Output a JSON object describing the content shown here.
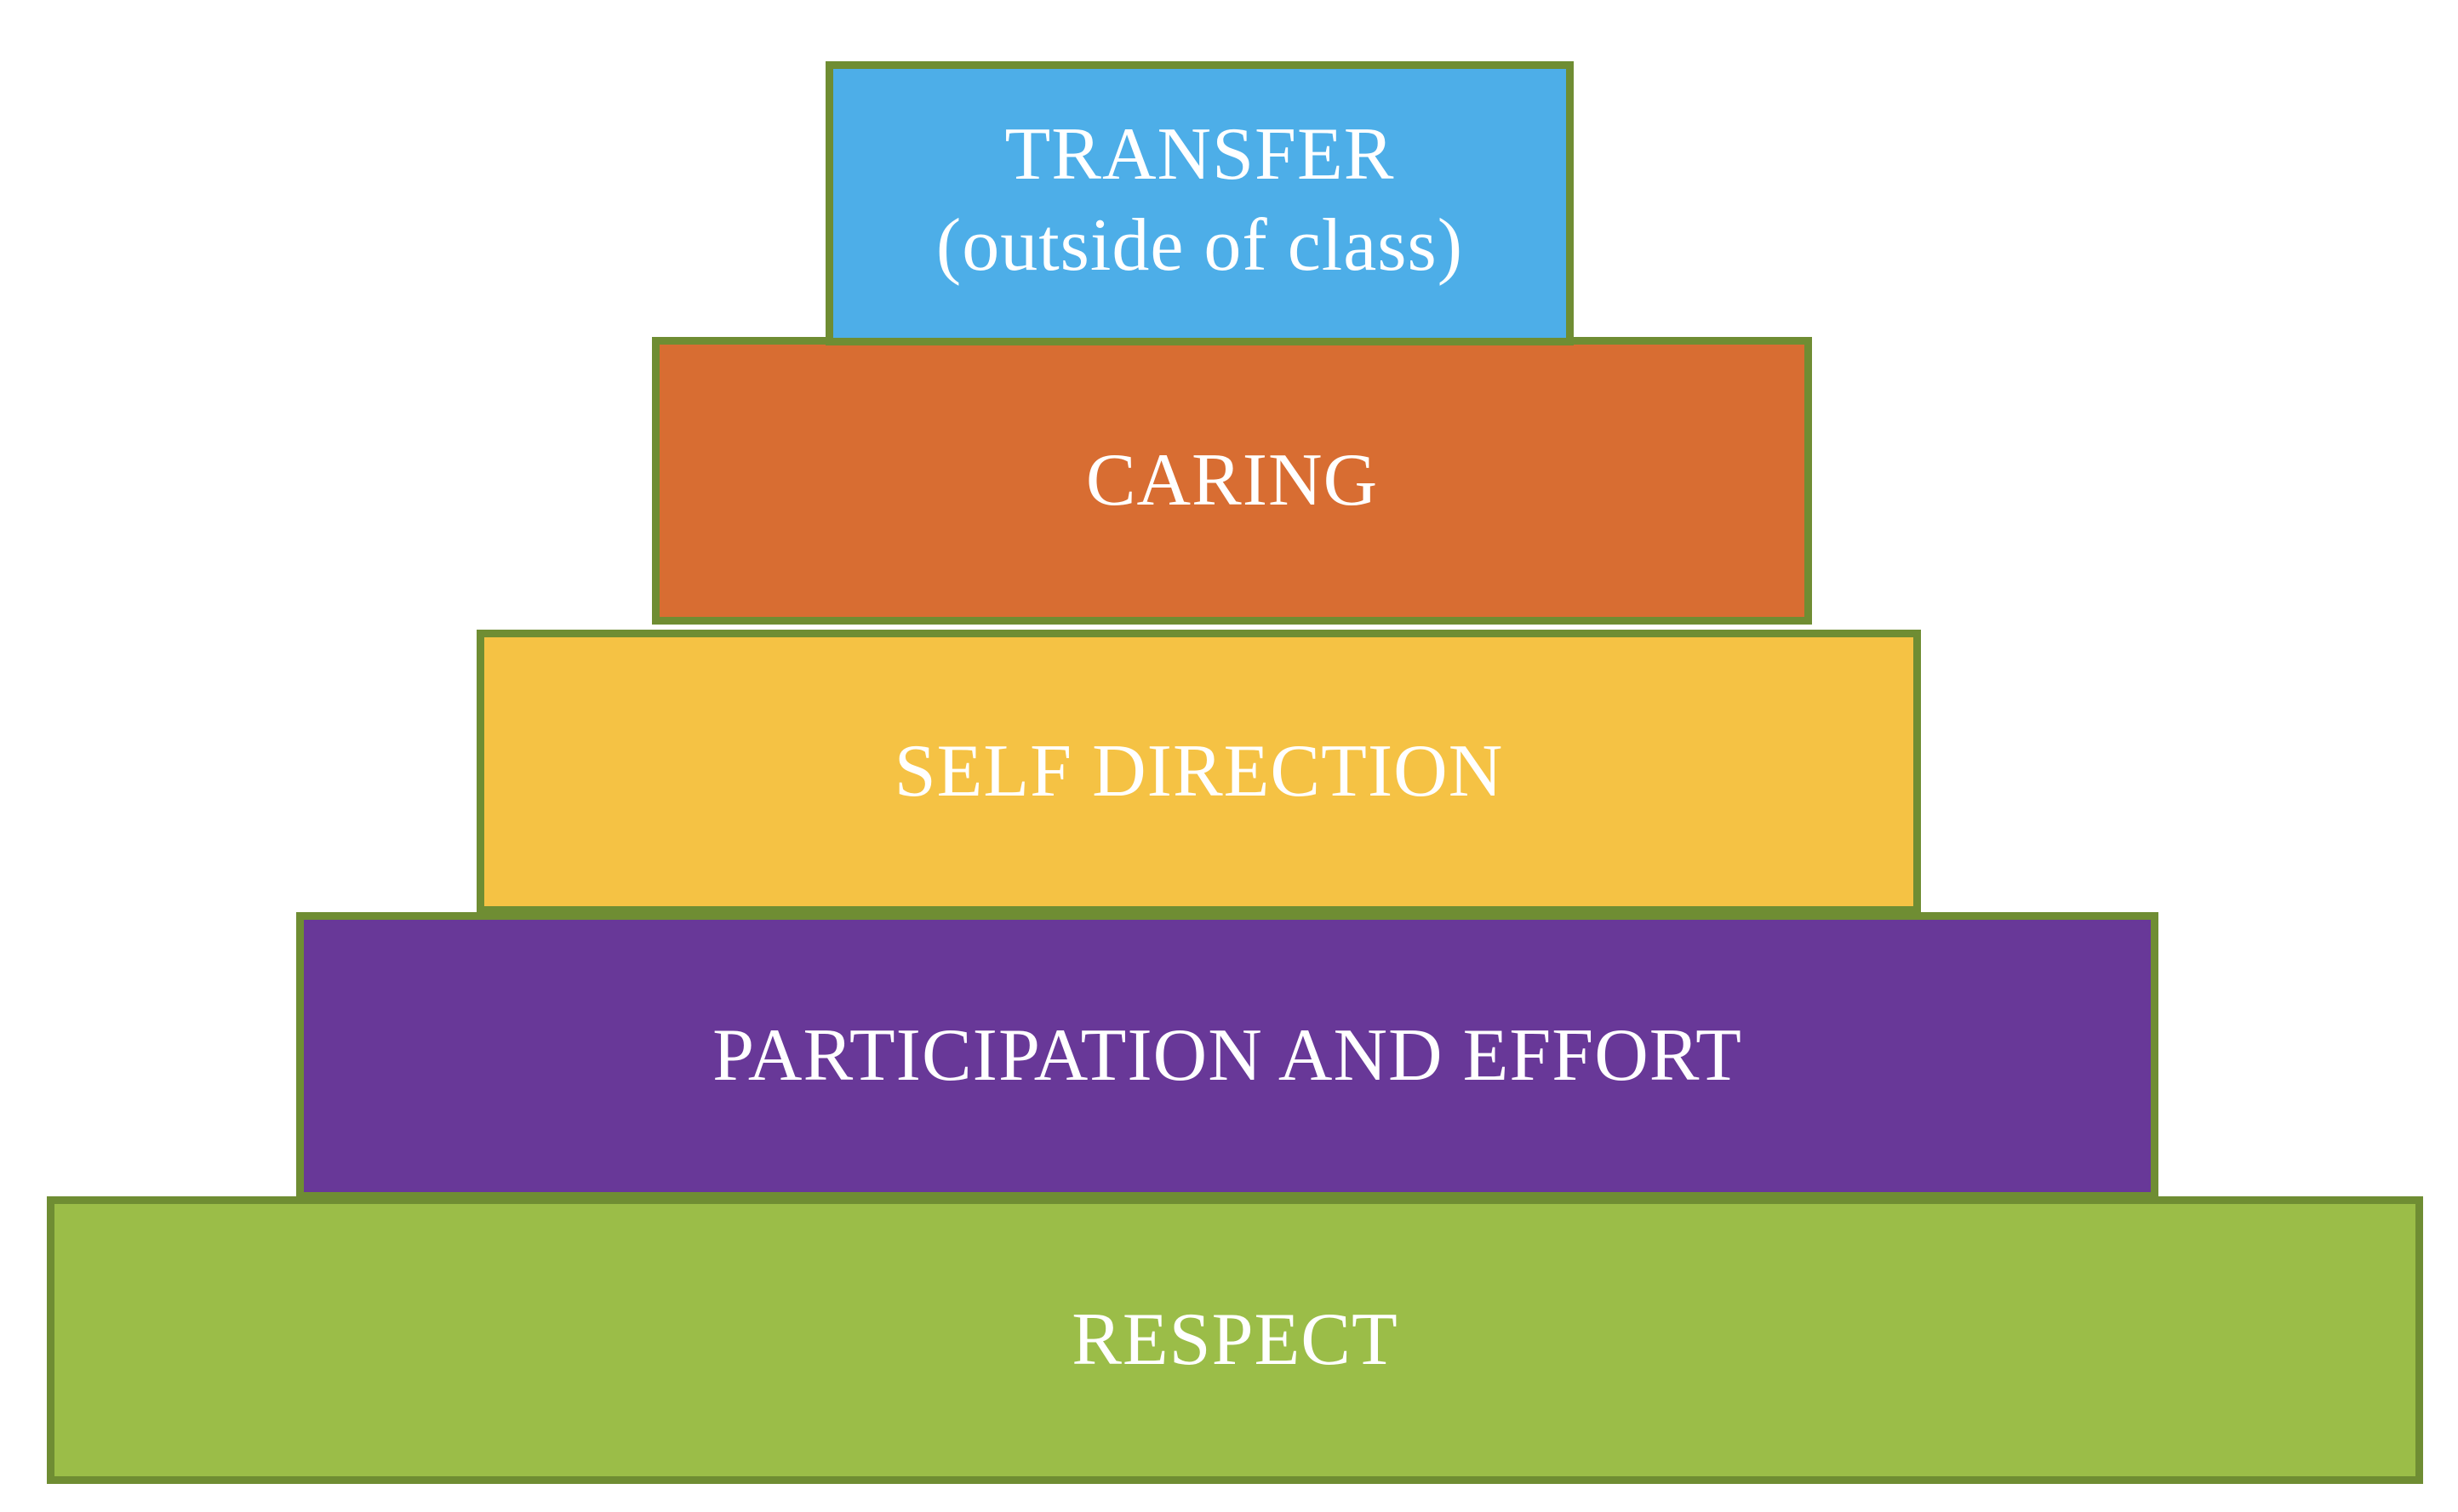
{
  "diagram": {
    "type": "stacked pyramid",
    "border_color": "#6f8d33",
    "text_color": "#ffffff",
    "levels": [
      {
        "id": "transfer",
        "line1": "TRANSFER",
        "line2": "(outside of class)",
        "color": "#4daee8"
      },
      {
        "id": "caring",
        "label": "CARING",
        "color": "#d86d32"
      },
      {
        "id": "self_direction",
        "label": "SELF DIRECTION",
        "color": "#f5c244"
      },
      {
        "id": "participation_effort",
        "label": "PARTICIPATION AND EFFORT",
        "color": "#683898"
      },
      {
        "id": "respect",
        "label": "RESPECT",
        "color": "#9bbd48"
      }
    ]
  }
}
